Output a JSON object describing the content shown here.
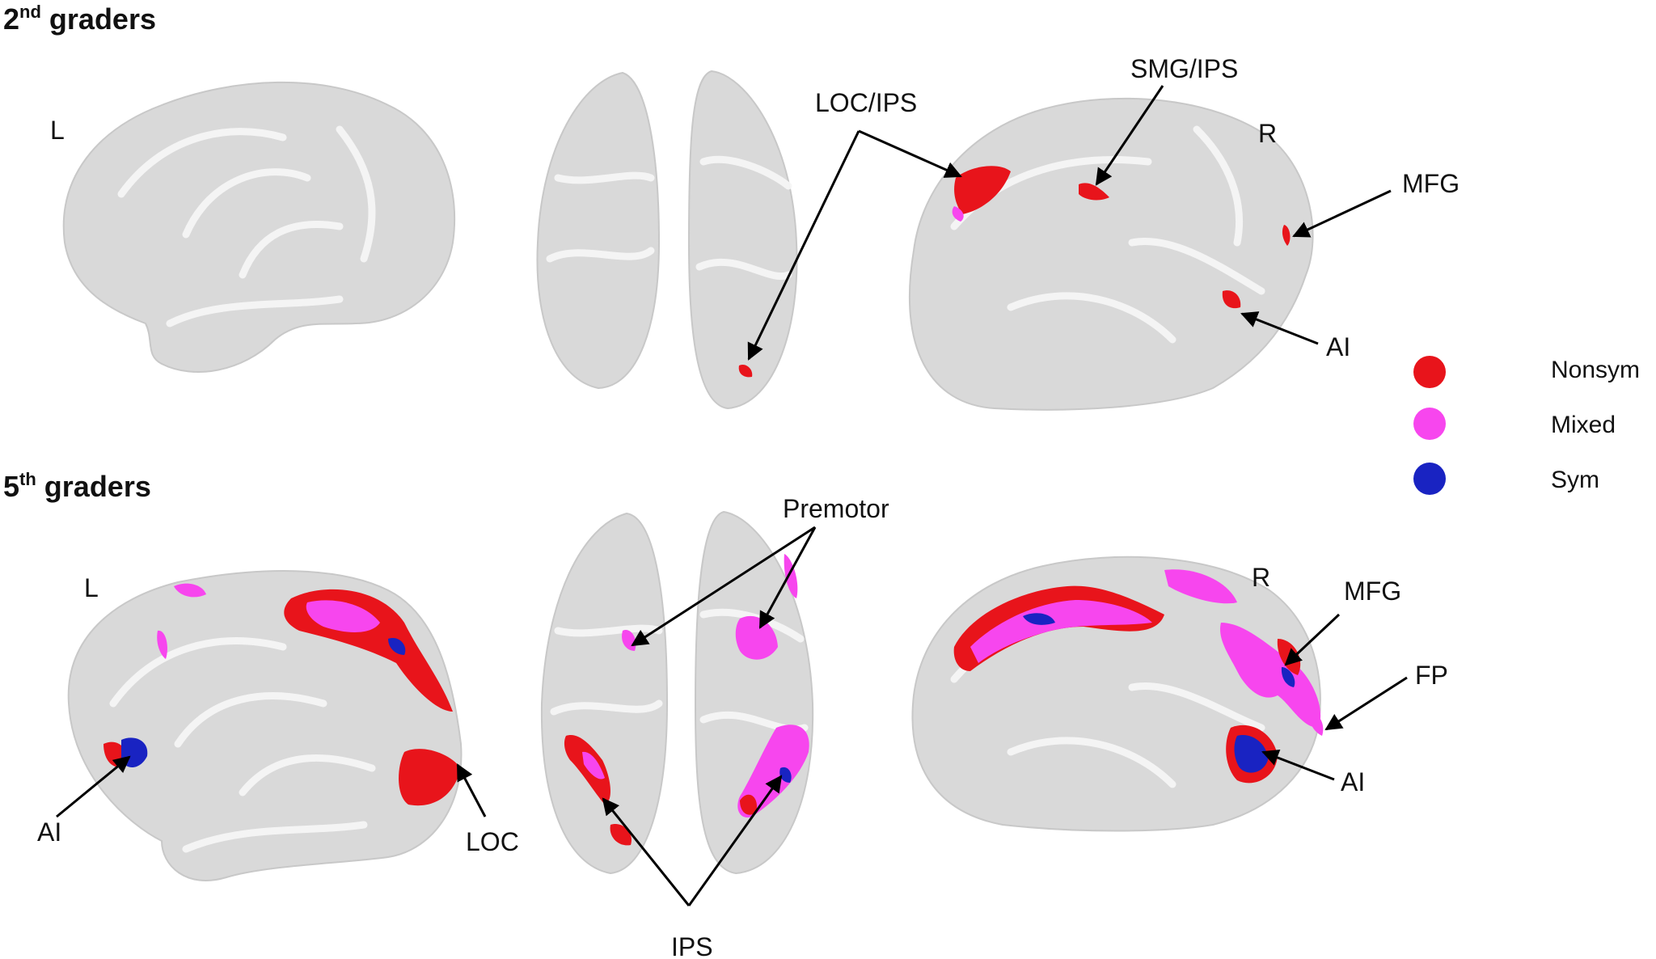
{
  "rows": [
    {
      "title_main": "2",
      "title_sup": "nd",
      "title_rest": " graders"
    },
    {
      "title_main": "5",
      "title_sup": "th",
      "title_rest": " graders"
    }
  ],
  "hemisphere_labels": {
    "left": "L",
    "right": "R"
  },
  "labels_row1": {
    "loc_ips": "LOC/IPS",
    "smg_ips": "SMG/IPS",
    "mfg": "MFG",
    "ai": "AI"
  },
  "labels_row2": {
    "premotor": "Premotor",
    "mfg": "MFG",
    "fp": "FP",
    "ai_left": "AI",
    "loc": "LOC",
    "ai_right": "AI",
    "ips": "IPS"
  },
  "legend": [
    {
      "label": "Nonsym",
      "color": "#e8141b"
    },
    {
      "label": "Mixed",
      "color": "#f746ee"
    },
    {
      "label": "Sym",
      "color": "#1923c2"
    }
  ],
  "colors": {
    "nonsym": "#e8141b",
    "mixed": "#f746ee",
    "sym": "#1923c2",
    "brain": "#d9d9d9"
  }
}
